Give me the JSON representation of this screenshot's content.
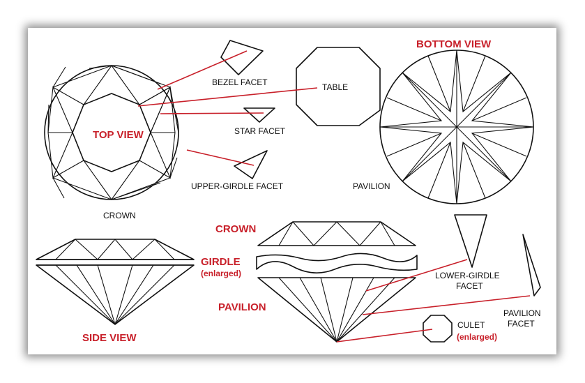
{
  "colors": {
    "accent": "#c8202a",
    "ink": "#111111",
    "paper": "#ffffff"
  },
  "headings": {
    "top_view": "TOP VIEW",
    "bottom_view": "BOTTOM VIEW",
    "side_view": "SIDE VIEW",
    "crown": "CROWN",
    "girdle": "GIRDLE",
    "girdle_note": "(enlarged)",
    "pavilion": "PAVILION",
    "culet_note": "(enlarged)"
  },
  "labels": {
    "bezel_facet": "BEZEL FACET",
    "table": "TABLE",
    "star_facet": "STAR FACET",
    "upper_girdle_facet": "UPPER-GIRDLE FACET",
    "crown": "CROWN",
    "pavilion": "PAVILION",
    "lower_girdle_facet_line1": "LOWER-GIRDLE",
    "lower_girdle_facet_line2": "FACET",
    "pavilion_facet_line1": "PAVILION",
    "pavilion_facet_line2": "FACET",
    "culet": "CULET"
  }
}
